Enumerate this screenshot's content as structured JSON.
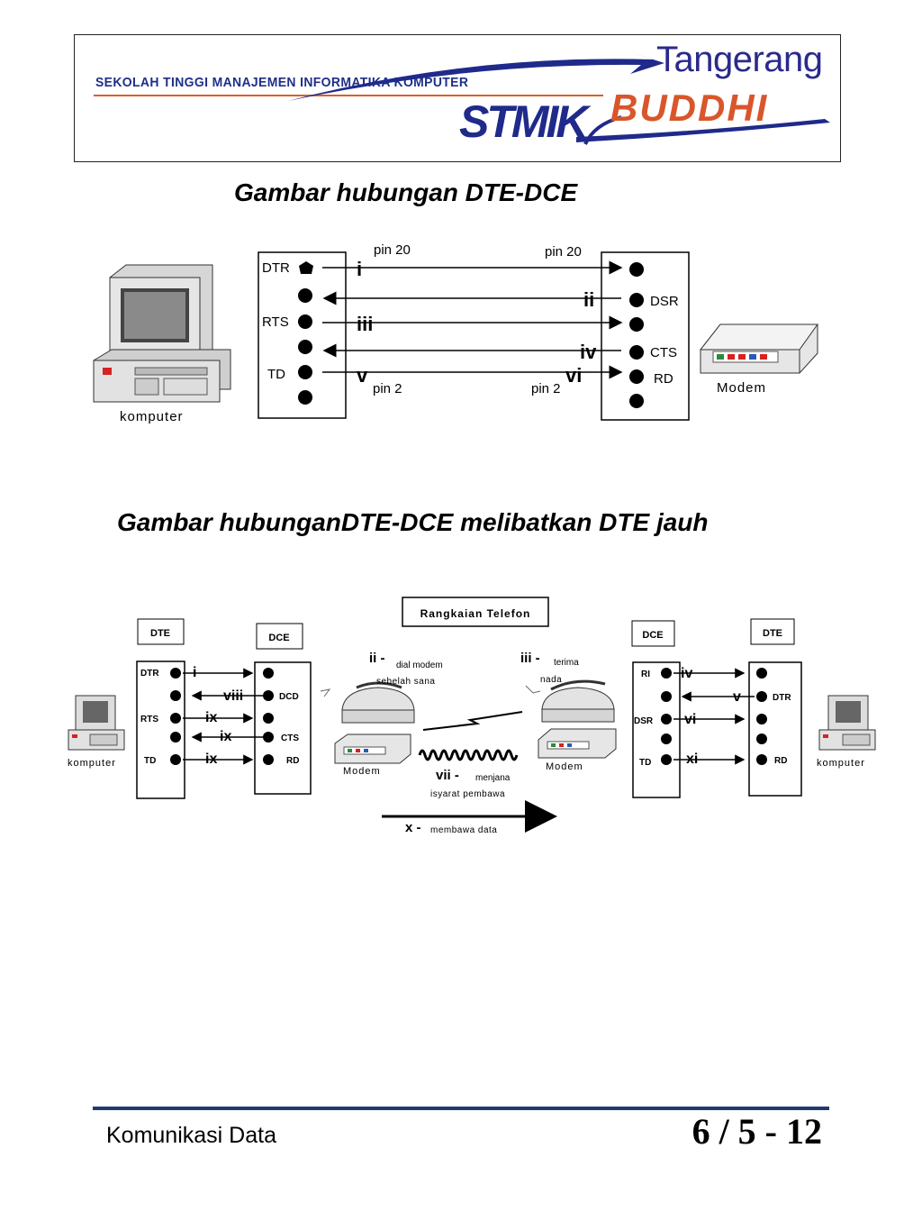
{
  "header": {
    "school_name": "SEKOLAH TINGGI MANAJEMEN INFORMATIKA KOMPUTER",
    "logo": {
      "city": "Tangerang",
      "stmik": "STMIK",
      "buddhi": "BUDDHI"
    },
    "colors": {
      "navy": "#1f2a8a",
      "orange": "#d9562b"
    }
  },
  "captions": {
    "diagram1": "Gambar hubungan DTE-DCE",
    "diagram2": "Gambar hubunganDTE-DCE melibatkan DTE jauh"
  },
  "diagram1": {
    "left_pins": [
      "DTR",
      "RTS",
      "TD"
    ],
    "right_pins": [
      "DSR",
      "CTS",
      "RD"
    ],
    "pin20_left": "pin 20",
    "pin20_right": "pin 20",
    "pin2_left": "pin 2",
    "pin2_right": "pin 2",
    "signals": [
      "i",
      "ii",
      "iii",
      "iv",
      "v",
      "vi"
    ],
    "computer_label": "komputer",
    "modem_label": "Modem"
  },
  "diagram2": {
    "phone_line_label": "Rangkaian Telefon",
    "box_dte": "DTE",
    "box_dce": "DCE",
    "left_dte_pins": [
      "DTR",
      "RTS",
      "TD"
    ],
    "left_dce_pins": [
      "DCD",
      "CTS",
      "RD"
    ],
    "right_dce_pins": [
      "RI",
      "DSR",
      "TD"
    ],
    "right_dte_pins": [
      "DTR",
      "RD"
    ],
    "signals_left": [
      "i",
      "viii",
      "ix",
      "ix",
      "ix"
    ],
    "signals_right": [
      "iv",
      "v",
      "vi",
      "xi"
    ],
    "step_ii_num": "ii -",
    "step_ii_text1": "dial modem",
    "step_ii_text2": "sebelah sana",
    "step_iii_num": "iii -",
    "step_iii_text1": "terima",
    "step_iii_text2": "nada",
    "step_vii_num": "vii -",
    "step_vii_text1": "menjana",
    "step_vii_text2": "isyarat pembawa",
    "step_x_num": "x -",
    "step_x_text": "membawa data",
    "modem_label": "Modem",
    "computer_label": "komputer"
  },
  "footer": {
    "subject": "Komunikasi Data",
    "page": "6 / 5 - 12"
  }
}
